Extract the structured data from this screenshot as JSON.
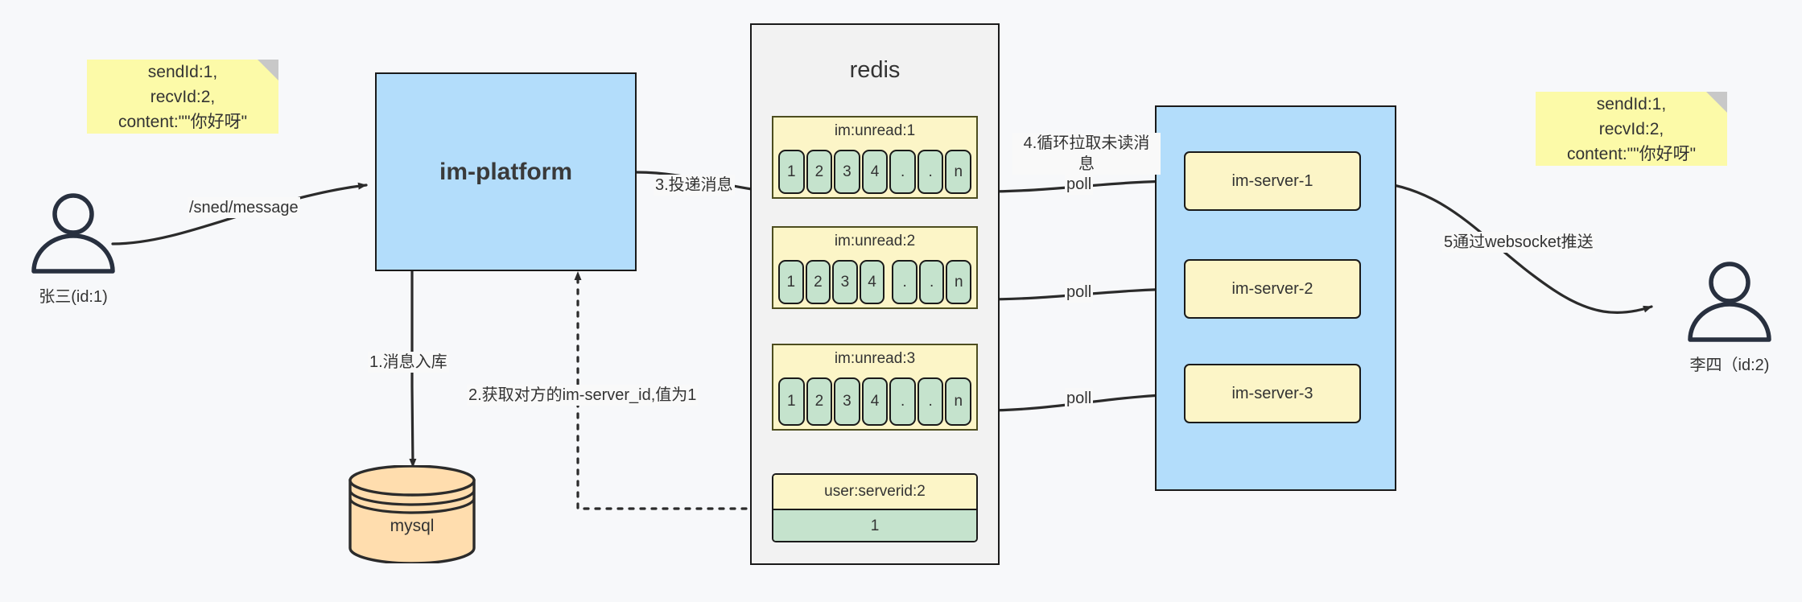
{
  "diagram": {
    "title": "IM message delivery architecture",
    "colors": {
      "background": "#f7f8fa",
      "note_fill": "#fcfaa8",
      "blue_fill": "#b3ddfb",
      "yellow_fill": "#fcf5c7",
      "green_fill": "#c5e3cd",
      "orange_fill": "#ffddae",
      "stroke": "#1a1a1a",
      "container_fill": "#f2f2f2"
    }
  },
  "notes": {
    "left": "sendId:1,\nrecvId:2,\ncontent:\"\"你好呀\"",
    "right": "sendId:1,\nrecvId:2,\ncontent:\"\"你好呀\""
  },
  "actors": {
    "sender": {
      "name": "person-icon",
      "label": "张三(id:1)"
    },
    "receiver": {
      "name": "person-icon",
      "label": "李四（id:2)"
    }
  },
  "platform": {
    "label": "im-platform"
  },
  "database": {
    "label": "mysql"
  },
  "redis": {
    "title": "redis",
    "queues": [
      {
        "key": "im:unread:1",
        "cells": [
          "1",
          "2",
          "3",
          "4",
          ".",
          ".",
          "n"
        ],
        "gap_after_index": -1
      },
      {
        "key": "im:unread:2",
        "cells": [
          "1",
          "2",
          "3",
          "4",
          ".",
          ".",
          "n"
        ],
        "gap_after_index": 3
      },
      {
        "key": "im:unread:3",
        "cells": [
          "1",
          "2",
          "3",
          "4",
          ".",
          ".",
          "n"
        ],
        "gap_after_index": -1
      }
    ],
    "kv": {
      "key": "user:serverid:2",
      "value": "1"
    }
  },
  "servers": {
    "nodes": [
      {
        "label": "im-server-1"
      },
      {
        "label": "im-server-2"
      },
      {
        "label": "im-server-3"
      }
    ]
  },
  "edge_labels": {
    "send_message": "/sned/message",
    "step1": "1.消息入库",
    "step2": "2.获取对方的im-server_id,值为1",
    "step3": "3.投递消息",
    "step4": "4.循环拉取未读消\n息",
    "poll1": "poll",
    "poll2": "poll",
    "poll3": "poll",
    "step5": "5通过websocket推送"
  }
}
